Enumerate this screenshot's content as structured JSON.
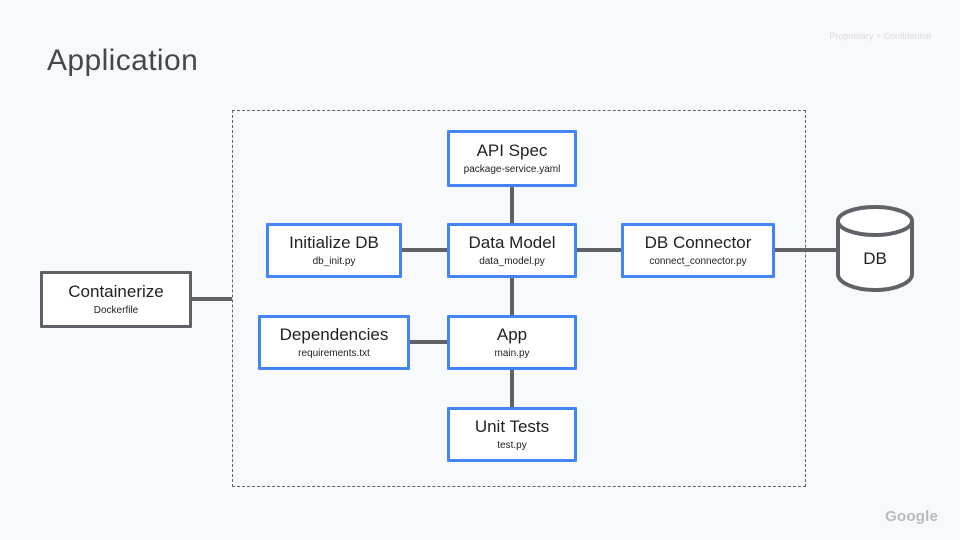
{
  "slide": {
    "title": "Application",
    "classification": "Proprietary + Confidential",
    "brand": "Google"
  },
  "colors": {
    "background": "#f8f9fa",
    "accent_blue": "#4285f4",
    "line_gray": "#5f6368",
    "text_dark": "#202124",
    "title_gray": "#45484b",
    "classification_gray": "#dadce0",
    "brand_gray": "#b8bcc1"
  },
  "nodes": {
    "api_spec": {
      "title": "API Spec",
      "file": "package-service.yaml"
    },
    "initialize_db": {
      "title": "Initialize DB",
      "file": "db_init.py"
    },
    "data_model": {
      "title": "Data Model",
      "file": "data_model.py"
    },
    "db_connector": {
      "title": "DB Connector",
      "file": "connect_connector.py"
    },
    "containerize": {
      "title": "Containerize",
      "file": "Dockerfile"
    },
    "dependencies": {
      "title": "Dependencies",
      "file": "requirements.txt"
    },
    "app": {
      "title": "App",
      "file": "main.py"
    },
    "unit_tests": {
      "title": "Unit Tests",
      "file": "test.py"
    },
    "db": {
      "title": "DB"
    }
  },
  "connections": [
    {
      "from": "api_spec",
      "to": "data_model"
    },
    {
      "from": "initialize_db",
      "to": "data_model"
    },
    {
      "from": "data_model",
      "to": "db_connector"
    },
    {
      "from": "db_connector",
      "to": "db"
    },
    {
      "from": "data_model",
      "to": "app"
    },
    {
      "from": "dependencies",
      "to": "app"
    },
    {
      "from": "app",
      "to": "unit_tests"
    },
    {
      "from": "containerize",
      "to": "application_boundary"
    }
  ]
}
